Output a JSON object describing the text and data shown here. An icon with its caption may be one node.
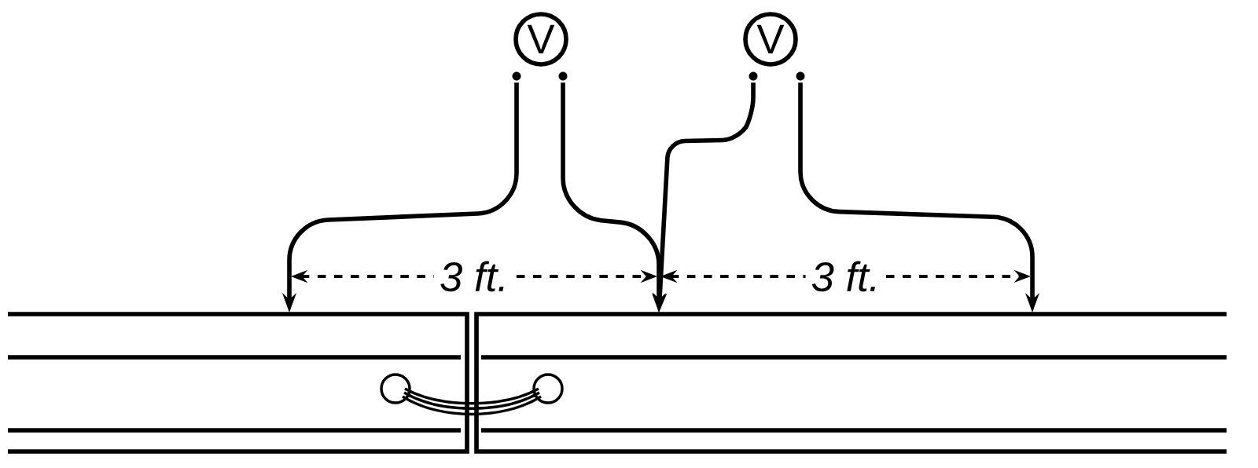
{
  "diagram": {
    "nodes": [
      {
        "text": [
          "V"
        ]
      },
      {
        "text": [
          "V"
        ]
      },
      {
        "text": [],
        "shape": "circle"
      },
      {
        "text": [],
        "shape": "circle"
      },
      {
        "text": [],
        "shape": "circle"
      },
      {
        "text": [],
        "shape": "circle"
      }
    ],
    "edges": [
      {
        "from": 2,
        "to": null,
        "arrow": "to"
      },
      {
        "from": 3,
        "to": null,
        "arrow": "to"
      },
      {
        "from": 4,
        "to": null,
        "arrow": "to"
      },
      {
        "from": 5,
        "to": null,
        "arrow": "to"
      }
    ],
    "labels": [
      "3 ft.",
      "3 ft."
    ]
  }
}
